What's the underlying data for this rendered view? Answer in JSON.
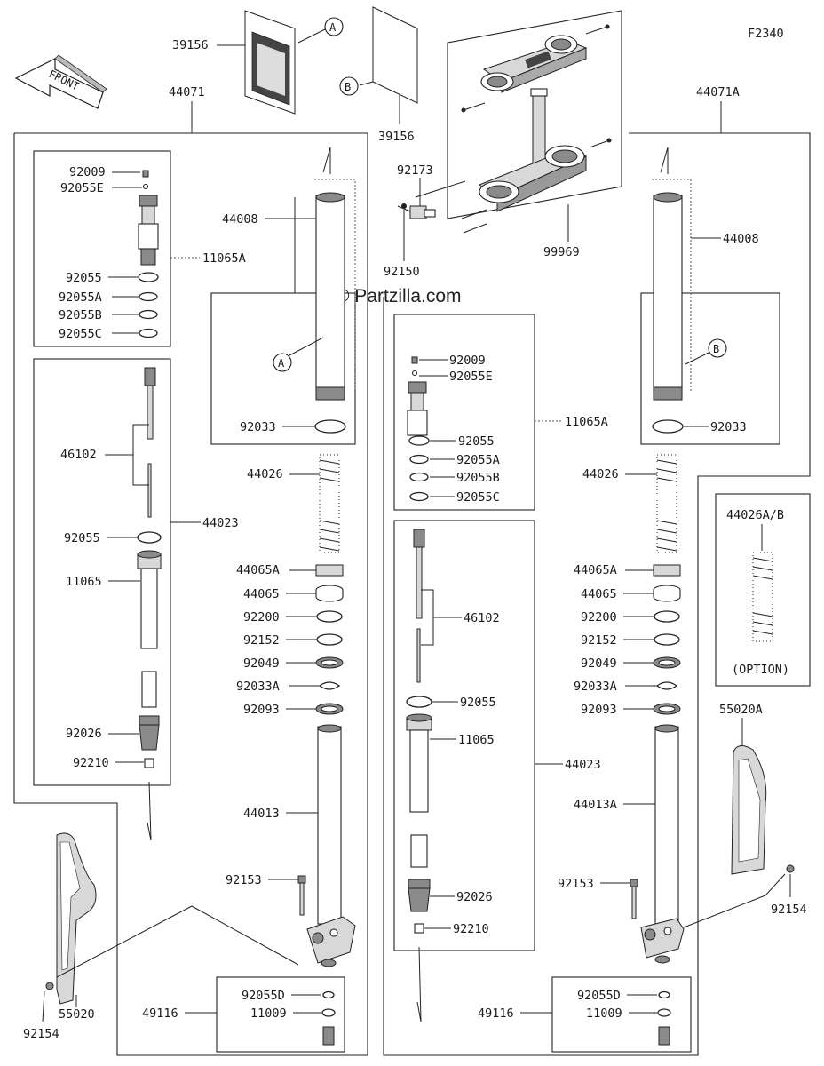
{
  "diagram_code": "F2340",
  "watermark": "© Partzilla.com",
  "front_label": "FRONT",
  "option_label": "(OPTION)",
  "callouts": {
    "a": "A",
    "b": "B"
  },
  "labels": {
    "l_39156_top": "39156",
    "l_39156_mid": "39156",
    "l_44071": "44071",
    "l_44071a": "44071A",
    "l_92173": "92173",
    "l_92150": "92150",
    "l_99969": "99969",
    "l_92009_l": "92009",
    "l_92055e_l": "92055E",
    "l_11065a_l": "11065A",
    "l_92055_l": "92055",
    "l_92055a_l": "92055A",
    "l_92055b_l": "92055B",
    "l_92055c_l": "92055C",
    "l_46102_l": "46102",
    "l_44023_l": "44023",
    "l_92055_l2": "92055",
    "l_11065_l": "11065",
    "l_92026_l": "92026",
    "l_92210_l": "92210",
    "l_44008_l": "44008",
    "l_92033_l": "92033",
    "l_44026_l": "44026",
    "l_44065a_l": "44065A",
    "l_44065_l": "44065",
    "l_92200_l": "92200",
    "l_92152_l": "92152",
    "l_92049_l": "92049",
    "l_92033a_l": "92033A",
    "l_92093_l": "92093",
    "l_44013_l": "44013",
    "l_92153_l": "92153",
    "l_55020_l": "55020",
    "l_92154_l": "92154",
    "l_92055d_l": "92055D",
    "l_11009_l": "11009",
    "l_49116_l": "49116",
    "l_92009_r": "92009",
    "l_92055e_r": "92055E",
    "l_11065a_r": "11065A",
    "l_92055_r": "92055",
    "l_92055a_r": "92055A",
    "l_92055b_r": "92055B",
    "l_92055c_r": "92055C",
    "l_46102_r": "46102",
    "l_92055_r2": "92055",
    "l_11065_r": "11065",
    "l_44023_r": "44023",
    "l_92026_r": "92026",
    "l_92210_r": "92210",
    "l_44008_r": "44008",
    "l_92033_r": "92033",
    "l_44026_r": "44026",
    "l_44065a_r": "44065A",
    "l_44065_r": "44065",
    "l_92200_r": "92200",
    "l_92152_r": "92152",
    "l_92049_r": "92049",
    "l_92033a_r": "92033A",
    "l_92093_r": "92093",
    "l_44013a_r": "44013A",
    "l_92153_r": "92153",
    "l_55020a_r": "55020A",
    "l_92154_r": "92154",
    "l_92055d_r": "92055D",
    "l_11009_r": "11009",
    "l_49116_r": "49116",
    "l_44026ab": "44026A/B"
  }
}
